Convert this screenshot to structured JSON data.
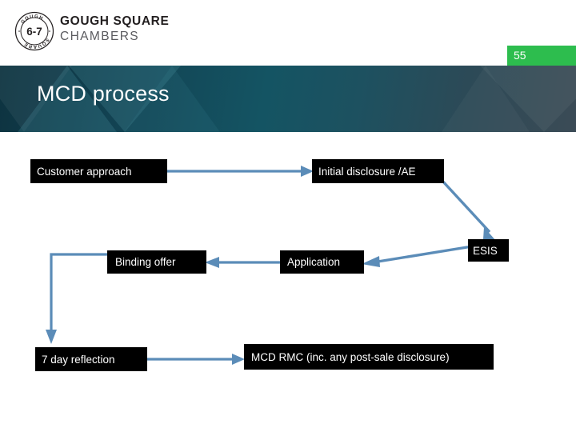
{
  "brand": {
    "logo_seal_text": "6-7",
    "logo_seal_ring_top": "GOUGH",
    "logo_seal_ring_bottom": "SQUARE",
    "name_line1": "GOUGH SQUARE",
    "name_line2": "CHAMBERS"
  },
  "page": {
    "number": "55",
    "badge_color": "#2dbd4e"
  },
  "header": {
    "title": "MCD process",
    "band_color_start": "#0d3340",
    "band_color_end": "#3b4b56",
    "title_color": "#ffffff"
  },
  "diagram": {
    "box_fill": "#000000",
    "box_text_color": "#ffffff",
    "connector_color": "#5b8cb8",
    "nodes": [
      {
        "id": "customer-approach",
        "label": "Customer approach"
      },
      {
        "id": "initial-disclosure",
        "label": "Initial disclosure /AE"
      },
      {
        "id": "esis",
        "label": "ESIS"
      },
      {
        "id": "binding-offer",
        "label": "Binding offer"
      },
      {
        "id": "application",
        "label": "Application"
      },
      {
        "id": "seven-day-reflection",
        "label": "7 day reflection"
      },
      {
        "id": "mcd-rmc",
        "label": "MCD RMC (inc. any post-sale disclosure)"
      }
    ],
    "edges": [
      {
        "from": "customer-approach",
        "to": "initial-disclosure",
        "direction": "right"
      },
      {
        "from": "initial-disclosure",
        "to": "esis",
        "direction": "down-right"
      },
      {
        "from": "esis",
        "to": "application",
        "direction": "left"
      },
      {
        "from": "application",
        "to": "binding-offer",
        "direction": "left"
      },
      {
        "from": "binding-offer",
        "to": "seven-day-reflection",
        "direction": "elbow-down"
      },
      {
        "from": "seven-day-reflection",
        "to": "mcd-rmc",
        "direction": "right"
      }
    ]
  }
}
